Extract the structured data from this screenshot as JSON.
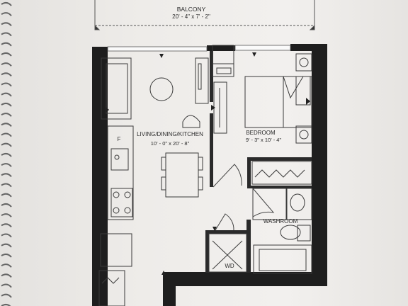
{
  "rooms": {
    "balcony": {
      "name": "BALCONY",
      "dims": "20' - 4\" x 7' - 2\""
    },
    "living": {
      "name": "LIVING/DINING/KITCHEN",
      "dims": "10' - 0\" x 20' - 8\""
    },
    "bedroom": {
      "name": "BEDROOM",
      "dims": "9' - 3\" x 10' - 4\""
    },
    "washroom": {
      "name": "WASHROOM"
    },
    "laundry": {
      "name": "WD"
    }
  },
  "markers": {
    "fridge": "F"
  },
  "colors": {
    "wall": "#1e1e1e",
    "paper": "#efedea",
    "line": "#3a3a3a"
  }
}
